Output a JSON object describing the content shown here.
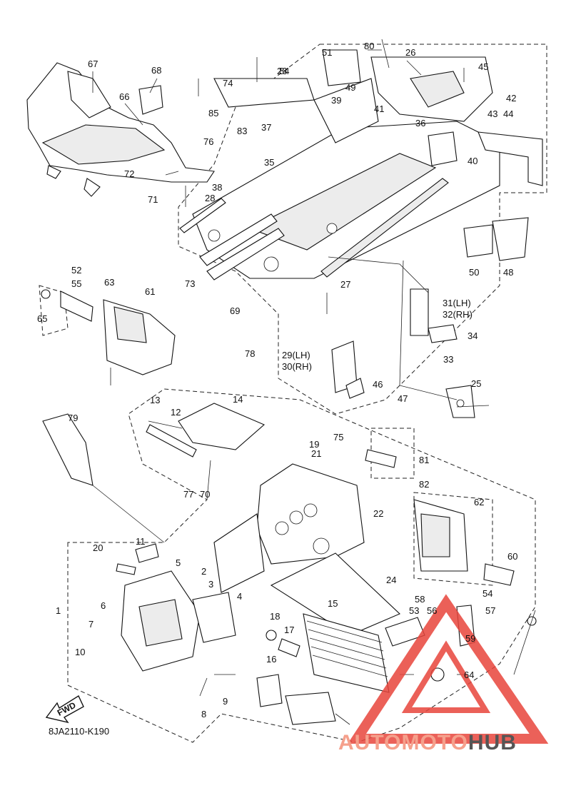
{
  "diagram": {
    "catalog_code": "8JA2110-K190",
    "fwd_label": "FWD",
    "callouts": [
      "1",
      "2",
      "3",
      "4",
      "5",
      "6",
      "7",
      "8",
      "9",
      "10",
      "11",
      "12",
      "13",
      "14",
      "15",
      "16",
      "17",
      "18",
      "19",
      "20",
      "21",
      "22",
      "23",
      "24",
      "25",
      "26",
      "27",
      "28",
      "29(LH)",
      "30(RH)",
      "31(LH)",
      "32(RH)",
      "33",
      "34",
      "35",
      "36",
      "37",
      "38",
      "39",
      "40",
      "41",
      "42",
      "43",
      "44",
      "45",
      "46",
      "47",
      "48",
      "49",
      "50",
      "51",
      "52",
      "53",
      "54",
      "55",
      "56",
      "57",
      "58",
      "59",
      "60",
      "61",
      "62",
      "63",
      "64",
      "65",
      "66",
      "67",
      "68",
      "69",
      "70",
      "71",
      "72",
      "73",
      "74",
      "75",
      "76",
      "77",
      "78",
      "79",
      "80",
      "81",
      "82",
      "83",
      "84",
      "85"
    ]
  },
  "watermark": {
    "part1": "AUTOMOTO",
    "part2": "HUB"
  },
  "colors": {
    "ink": "#111111",
    "watermark_red": "#e8453c",
    "watermark_gray": "#555555"
  }
}
